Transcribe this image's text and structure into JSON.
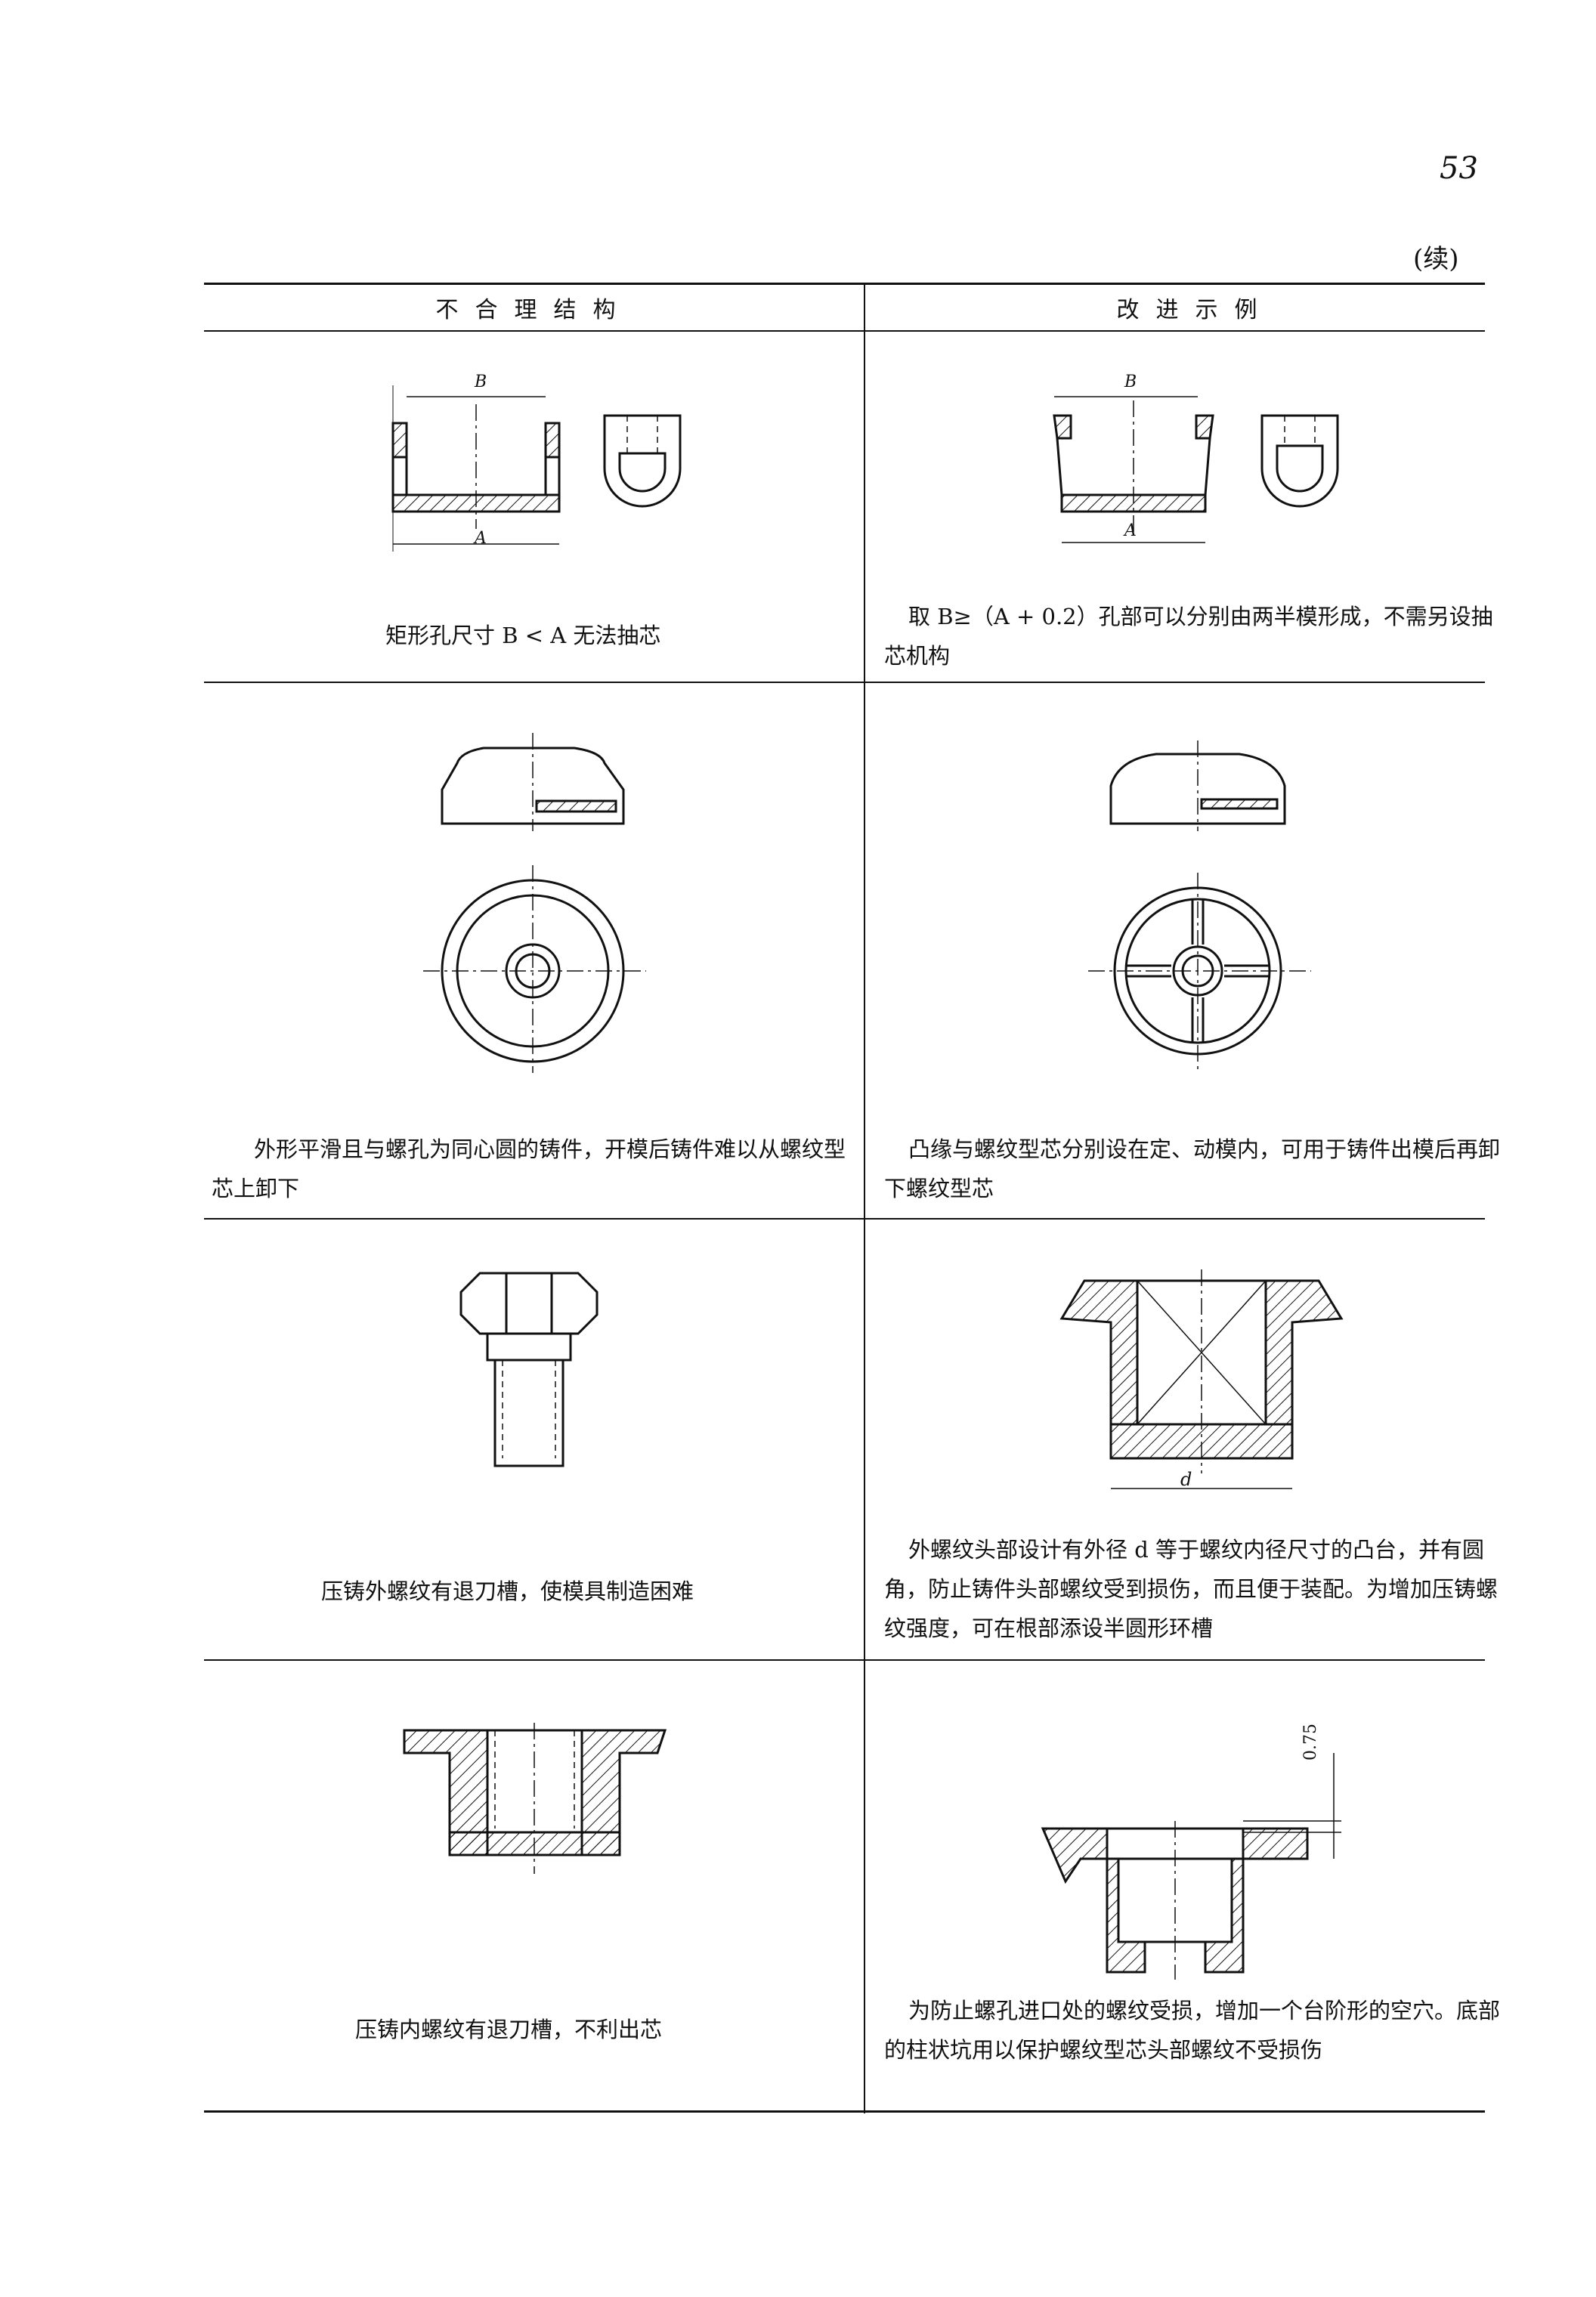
{
  "page_number": "53",
  "continued_label": "(续)",
  "table": {
    "headers": {
      "left": "不合理结构",
      "right": "改进示例"
    },
    "rows": [
      {
        "left_caption": "矩形孔尺寸 B < A 无法抽芯",
        "right_caption": "取 B≥（A + 0.2）孔部可以分别由两半模形成，不需另设抽芯机构",
        "left_labels": {
          "top": "B",
          "bottom": "A"
        },
        "right_labels": {
          "top": "B",
          "bottom": "A"
        }
      },
      {
        "left_caption": "外形平滑且与螺孔为同心圆的铸件，开模后铸件难以从螺纹型芯上卸下",
        "right_caption": "凸缘与螺纹型芯分别设在定、动模内，可用于铸件出模后再卸下螺纹型芯"
      },
      {
        "left_caption": "压铸外螺纹有退刀槽，使模具制造困难",
        "right_caption": "外螺纹头部设计有外径 d 等于螺纹内径尺寸的凸台，并有圆角，防止铸件头部螺纹受到损伤，而且便于装配。为增加压铸螺纹强度，可在根部添设半圆形环槽",
        "right_labels": {
          "dim": "d"
        }
      },
      {
        "left_caption": "压铸内螺纹有退刀槽，不利出芯",
        "right_caption": "为防止螺孔进口处的螺纹受损，增加一个台阶形的空穴。底部的柱状坑用以保护螺纹型芯头部螺纹不受损伤",
        "right_labels": {
          "dim": "0.75"
        }
      }
    ]
  }
}
